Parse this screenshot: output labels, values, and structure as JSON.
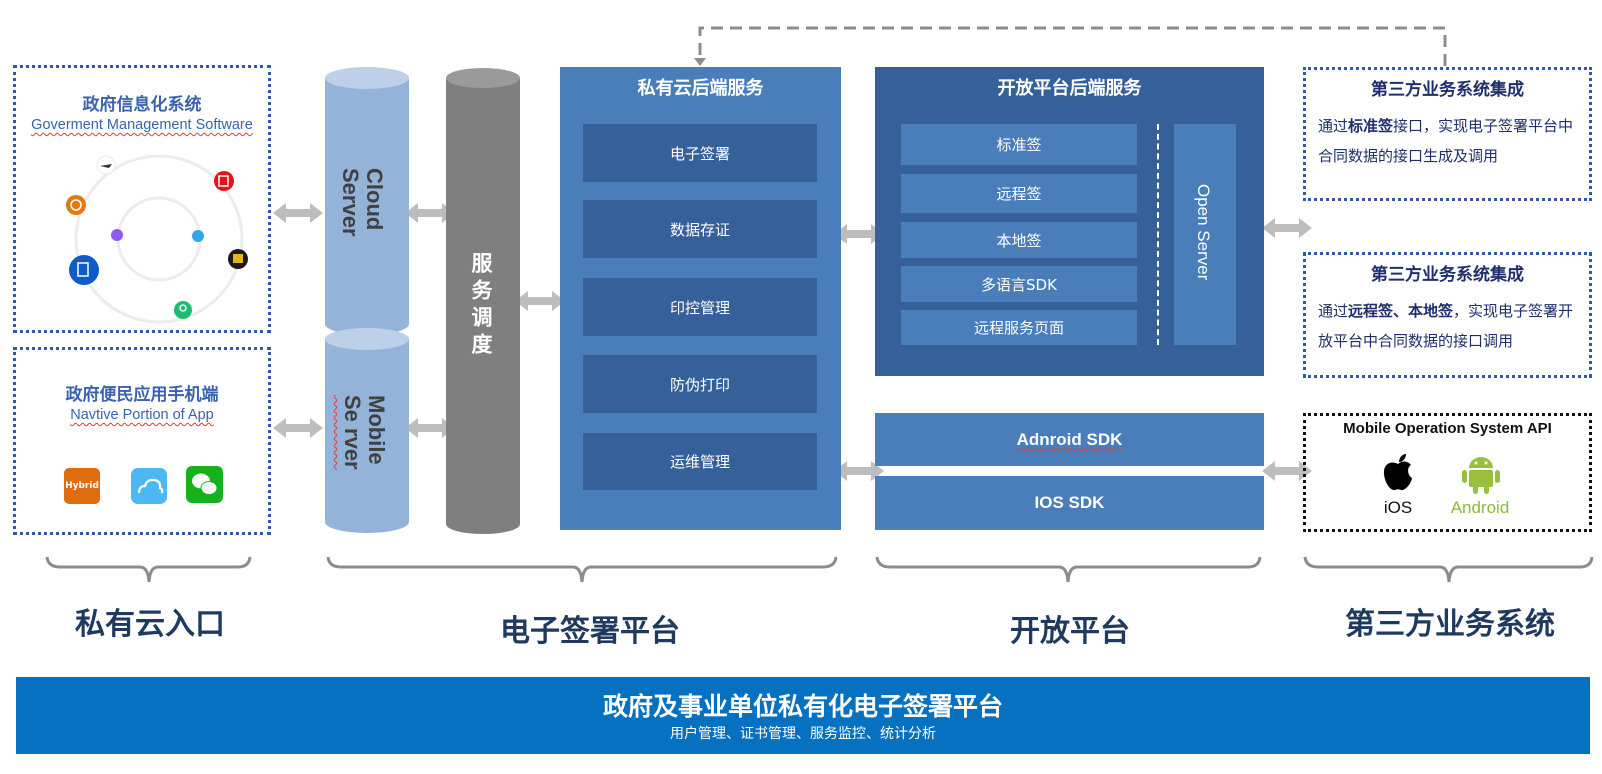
{
  "entry": {
    "gov_system": {
      "title": "政府信息化系统",
      "subtitle": "Goverment Management Software",
      "icons": [
        "plane-icon",
        "edit-document-icon",
        "clock-icon",
        "file-icon",
        "handshake-icon",
        "people-icon",
        "user-document-icon",
        "group-icon"
      ]
    },
    "mobile_app": {
      "title": "政府便民应用手机端",
      "subtitle": "Navtive Portion of App",
      "apps": [
        {
          "name": "hybrid-app-icon",
          "label": "Hybrid"
        },
        {
          "name": "cloud-app-icon",
          "label": ""
        },
        {
          "name": "wechat-icon",
          "label": ""
        }
      ]
    }
  },
  "servers": {
    "cloud": "Cloud Server",
    "mobile_line1": "Mobile",
    "mobile_line2": "Se rver",
    "dispatch": "服务调度"
  },
  "private_cloud": {
    "title": "私有云后端服务",
    "items": [
      "电子签署",
      "数据存证",
      "印控管理",
      "防伪打印",
      "运维管理"
    ]
  },
  "open_platform": {
    "title": "开放平台后端服务",
    "items": [
      "标准签",
      "远程签",
      "本地签",
      "多语言SDK",
      "远程服务页面"
    ],
    "open_server": "Open Server",
    "sdks": [
      "Adnroid SDK",
      "IOS SDK"
    ]
  },
  "third_party": {
    "box1": {
      "title": "第三方业务系统集成",
      "pre": "通过",
      "bold": "标准签",
      "post": "接口，实现电子签署平台中合同数据的接口生成及调用"
    },
    "box2": {
      "title": "第三方业务系统集成",
      "pre": "通过",
      "bold": "远程签、本地签",
      "post": "，实现电子签署开放平台中合同数据的接口调用"
    },
    "mobile_os": {
      "title": "Mobile Operation System API",
      "ios": "iOS",
      "android": "Android"
    }
  },
  "groups": [
    "私有云入口",
    "电子签署平台",
    "开放平台",
    "第三方业务系统"
  ],
  "banner": {
    "title": "政府及事业单位私有化电子签署平台",
    "subtitle": "用户管理、证书管理、服务监控、统计分析"
  },
  "colors": {
    "private_bg": "#4a7ebb",
    "private_item": "#36609a",
    "open_bg": "#36609a",
    "open_item": "#4a7ebb",
    "banner": "#0670c1",
    "cylinder_blue": "#94b3d9",
    "cylinder_gray": "#7f7f7f"
  }
}
